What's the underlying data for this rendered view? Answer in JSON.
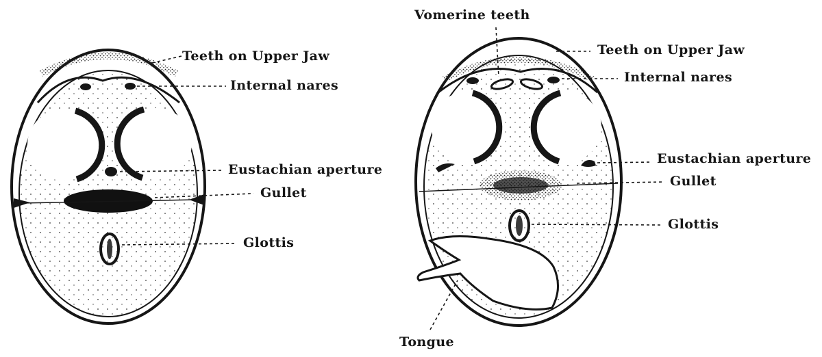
{
  "left_figure": {
    "labels": {
      "teeth_upper_jaw": "Teeth on Upper Jaw",
      "internal_nares": "Internal nares",
      "eustachian_aperture": "Eustachian aperture",
      "gullet": "Gullet",
      "glottis": "Glottis"
    }
  },
  "right_figure": {
    "labels": {
      "vomerine_teeth": "Vomerine teeth",
      "teeth_upper_jaw": "Teeth on Upper Jaw",
      "internal_nares": "Internal nares",
      "eustachian_aperture": "Eustachian aperture",
      "gullet": "Gullet",
      "glottis": "Glottis",
      "tongue": "Tongue"
    }
  },
  "colors": {
    "ink": "#161616",
    "paper": "#ffffff",
    "stipple": "#3a3a3a"
  }
}
